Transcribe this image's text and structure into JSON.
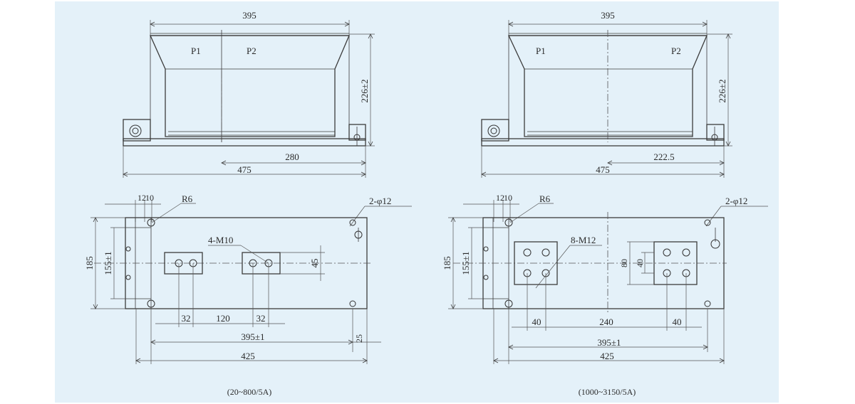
{
  "left_drawing": {
    "caption": "(20~800/5A)",
    "front": {
      "width_top": "395",
      "height": "226±2",
      "terminal_p1": "P1",
      "terminal_p2": "P2",
      "offset": "280",
      "base_length": "475"
    },
    "plan": {
      "d12": "12",
      "d10": "10",
      "radius": "R6",
      "holes": "2-φ12",
      "thread": "4-M10",
      "height_outer": "185",
      "height_inner": "155±1",
      "plate_height": "45",
      "d32a": "32",
      "d120": "120",
      "d32b": "32",
      "inner_len": "395±1",
      "d25": "25",
      "outer_len": "425"
    }
  },
  "right_drawing": {
    "caption": "(1000~3150/5A)",
    "front": {
      "width_top": "395",
      "height": "226±2",
      "terminal_p1": "P1",
      "terminal_p2": "P2",
      "offset": "222.5",
      "base_length": "475"
    },
    "plan": {
      "d12": "12",
      "d10": "10",
      "radius": "R6",
      "holes": "2-φ12",
      "thread": "8-M12",
      "height_outer": "185",
      "height_inner": "155±1",
      "plate_h1": "80",
      "plate_h2": "40",
      "d40a": "40",
      "d240": "240",
      "d40b": "40",
      "inner_len": "395±1",
      "outer_len": "425"
    }
  },
  "colors": {
    "panel": "#e4f1f9",
    "line": "#3c3c3c"
  }
}
